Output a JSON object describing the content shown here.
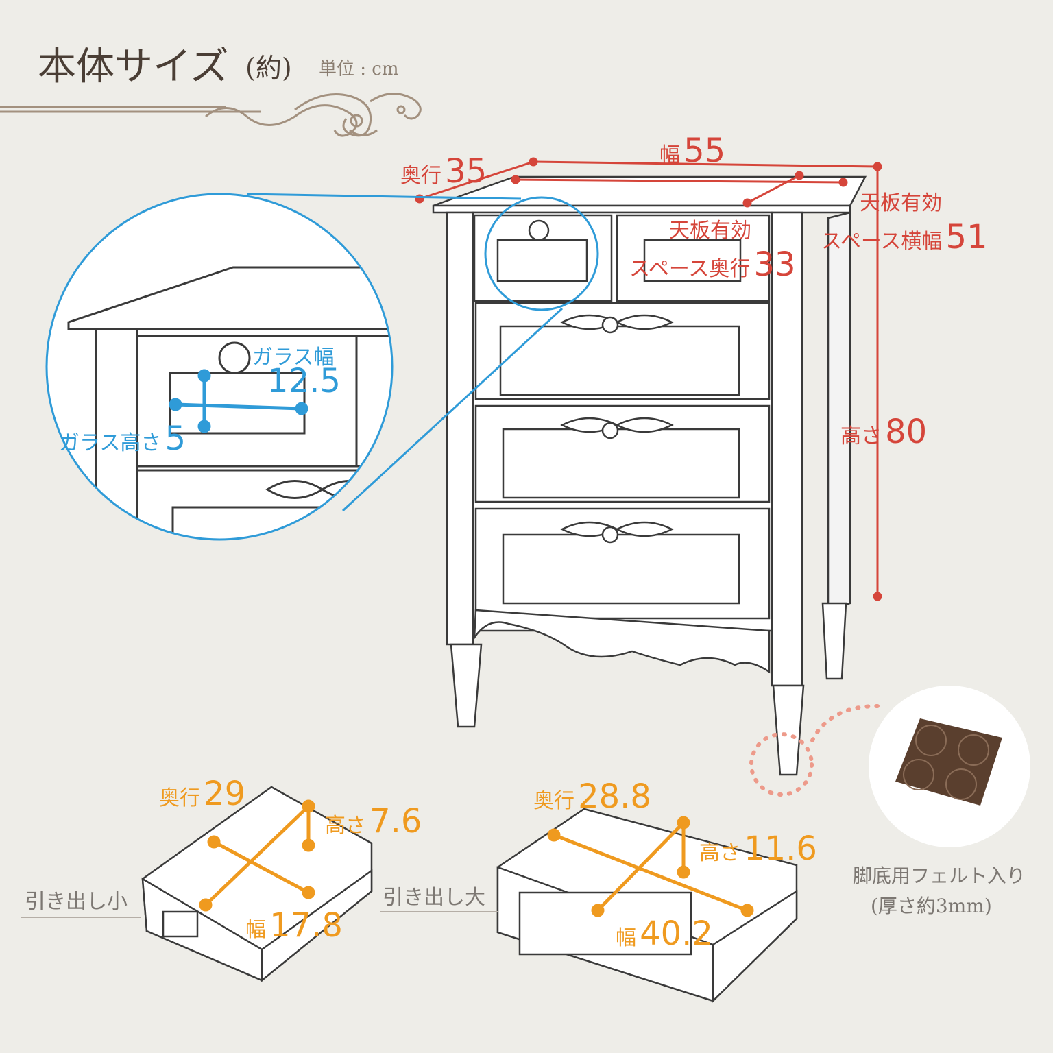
{
  "header": {
    "title": "本体サイズ",
    "title_note": "(約)",
    "unit": "単位 : cm"
  },
  "colors": {
    "background": "#eeede8",
    "body_dimension": "#d5453a",
    "glass_dimension": "#2f9bd8",
    "drawer_dimension": "#ef9a1f",
    "felt": "#5a3f2e",
    "line_art": "#3a3a3a"
  },
  "body": {
    "width_label": "幅",
    "width_value": "55",
    "depth_label": "奥行",
    "depth_value": "35",
    "height_label": "高さ",
    "height_value": "80",
    "top_width_line1": "天板有効",
    "top_width_line2": "スペース横幅",
    "top_width_value": "51",
    "top_depth_line1": "天板有効",
    "top_depth_line2": "スペース奥行",
    "top_depth_value": "33"
  },
  "glass": {
    "width_label": "ガラス幅",
    "width_value": "12.5",
    "height_label": "ガラス高さ",
    "height_value": "5"
  },
  "drawer_small": {
    "name": "引き出し小",
    "depth_label": "奥行",
    "depth_value": "29",
    "height_label": "高さ",
    "height_value": "7.6",
    "width_label": "幅",
    "width_value": "17.8"
  },
  "drawer_large": {
    "name": "引き出し大",
    "depth_label": "奥行",
    "depth_value": "28.8",
    "height_label": "高さ",
    "height_value": "11.6",
    "width_label": "幅",
    "width_value": "40.2"
  },
  "felt": {
    "line1": "脚底用フェルト入り",
    "line2": "(厚さ約3mm)"
  }
}
